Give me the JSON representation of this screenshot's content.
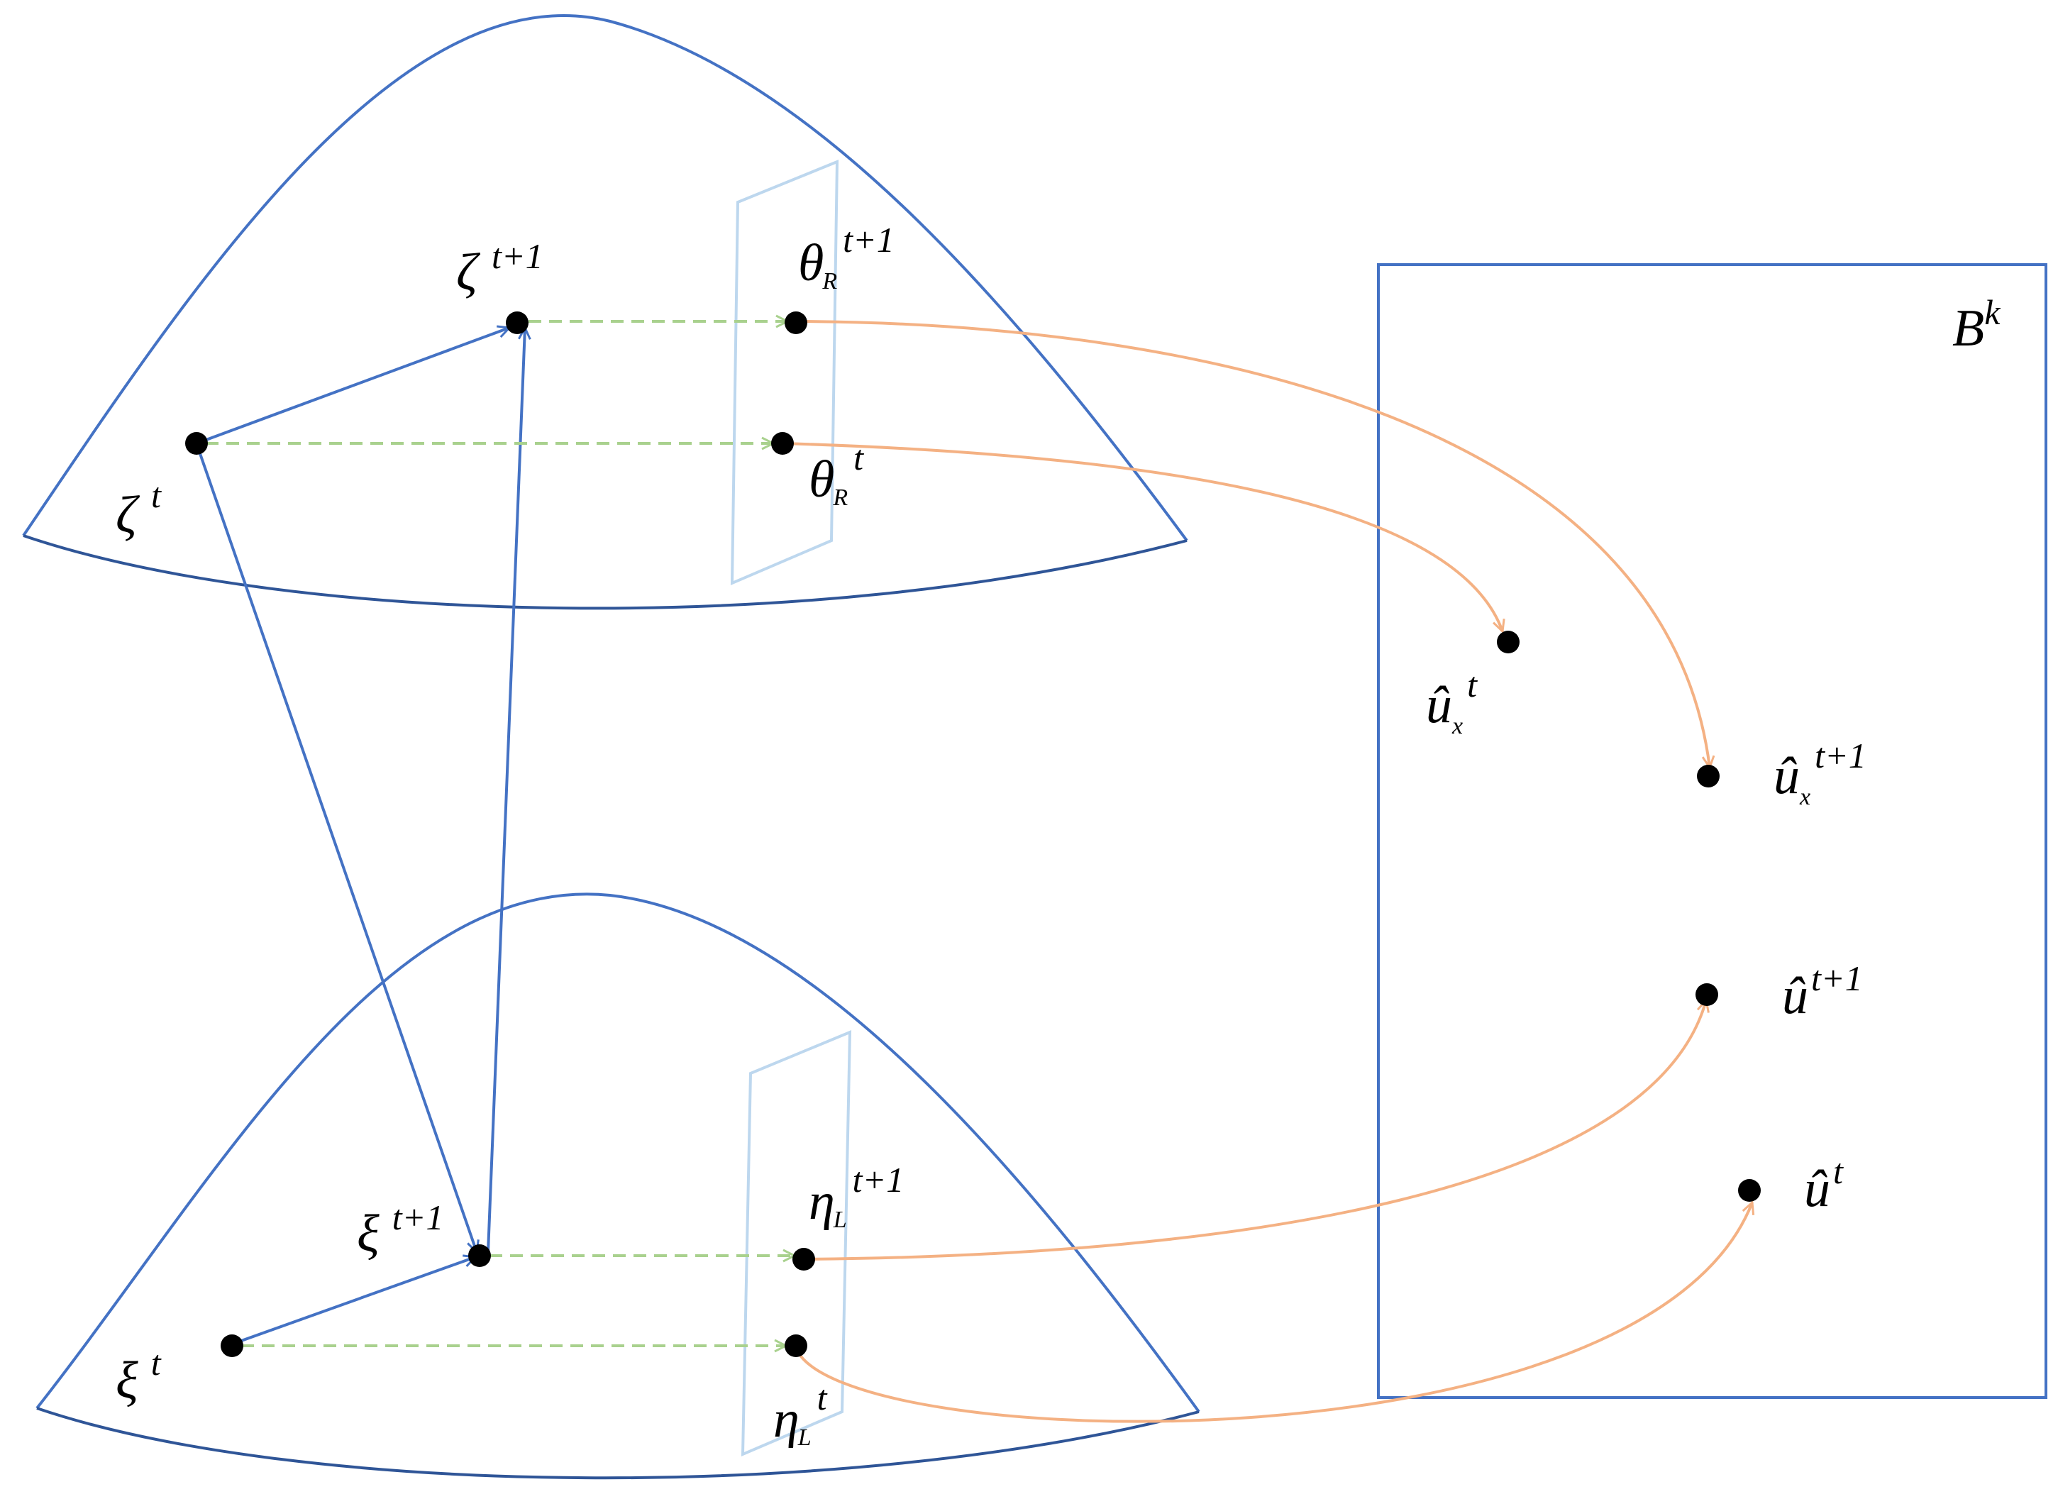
{
  "colors": {
    "surface": "#4472C4",
    "plane": "#BDD7EE",
    "dashed": "#A9D18E",
    "mapping": "#F4B183",
    "box": "#4472C4",
    "point": "#000000"
  },
  "box": {
    "base": "B",
    "sup": "k"
  },
  "labels": {
    "zeta_t": {
      "base": "ζ",
      "sup": "t"
    },
    "zeta_t1": {
      "base": "ζ",
      "sup": "t+1"
    },
    "theta_t": {
      "base": "θ",
      "sub": "R",
      "sup": "t"
    },
    "theta_t1": {
      "base": "θ",
      "sub": "R",
      "sup": "t+1"
    },
    "xi_t": {
      "base": "ξ",
      "sup": "t"
    },
    "xi_t1": {
      "base": "ξ",
      "sup": "t+1"
    },
    "eta_t": {
      "base": "η",
      "sub": "L",
      "sup": "t"
    },
    "eta_t1": {
      "base": "η",
      "sub": "L",
      "sup": "t+1"
    },
    "ux_t": {
      "base": "û",
      "sub": "x",
      "sup": "t"
    },
    "ux_t1": {
      "base": "û",
      "sub": "x",
      "sup": "t+1"
    },
    "u_t": {
      "base": "û",
      "sup": "t"
    },
    "u_t1": {
      "base": "û",
      "sup": "t+1"
    }
  }
}
